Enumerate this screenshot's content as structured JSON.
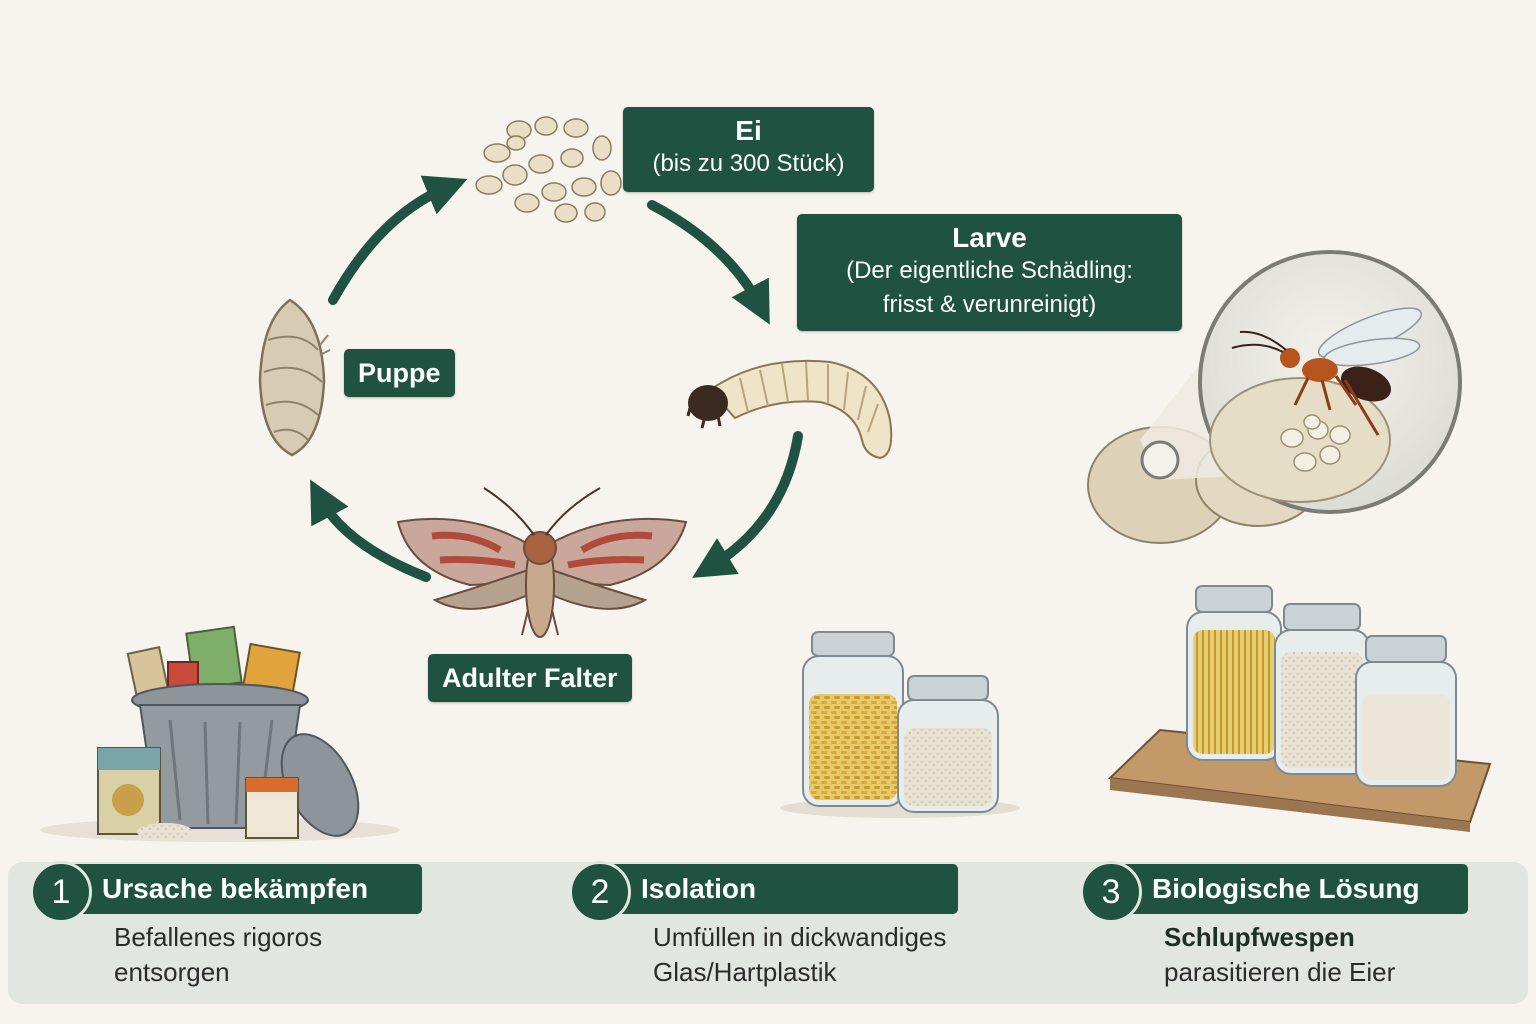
{
  "cycle": {
    "egg": {
      "title": "Ei",
      "sub": "(bis zu 300 Stück)"
    },
    "larva": {
      "title": "Larve",
      "sub_line1": "(Der eigentliche Schädling:",
      "sub_line2": "frisst & verunreinigt)"
    },
    "pupa": {
      "title": "Puppe"
    },
    "adult": {
      "title": "Adulter Falter"
    }
  },
  "steps": [
    {
      "number": "1",
      "title": "Ursache bekämpfen",
      "line1": "Befallenes rigoros",
      "line2": "entsorgen"
    },
    {
      "number": "2",
      "title": "Isolation",
      "line1": "Umfüllen in dickwandiges",
      "line2": "Glas/Hartplastik"
    },
    {
      "number": "3",
      "title": "Biologische Lösung",
      "line1_bold": "Schlupfwespen",
      "line2": "parasitieren die Eier"
    }
  ],
  "colors": {
    "accent": "#1f5240",
    "background": "#f7f3ee",
    "panel": "#e2e6e0"
  },
  "icons": [
    "egg-cluster-icon",
    "larva-icon",
    "pupa-icon",
    "moth-icon",
    "trash-can-icon",
    "glass-jars-icon",
    "storage-jars-icon",
    "parasitic-wasp-icon"
  ]
}
